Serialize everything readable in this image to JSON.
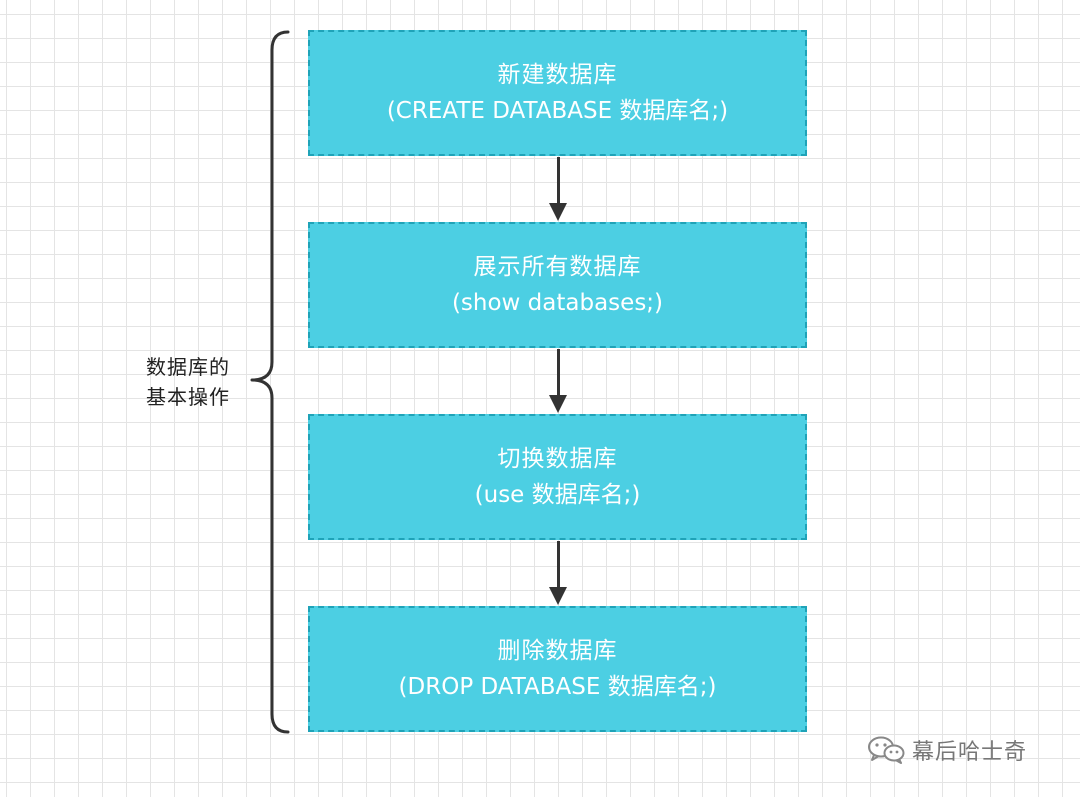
{
  "diagram": {
    "group_label_line1": "数据库的",
    "group_label_line2": "基本操作",
    "steps": [
      {
        "title": "新建数据库",
        "command": "(CREATE DATABASE 数据库名;)"
      },
      {
        "title": "展示所有数据库",
        "command": "(show databases;)"
      },
      {
        "title": "切换数据库",
        "command": "(use 数据库名;)"
      },
      {
        "title": "删除数据库",
        "command": "(DROP DATABASE 数据库名;)"
      }
    ]
  },
  "colors": {
    "box_fill": "#4ccfe3",
    "box_border": "#1fa3b8",
    "arrow": "#333333"
  },
  "watermark": {
    "text": "幕后哈士奇",
    "icon": "wechat-icon"
  }
}
